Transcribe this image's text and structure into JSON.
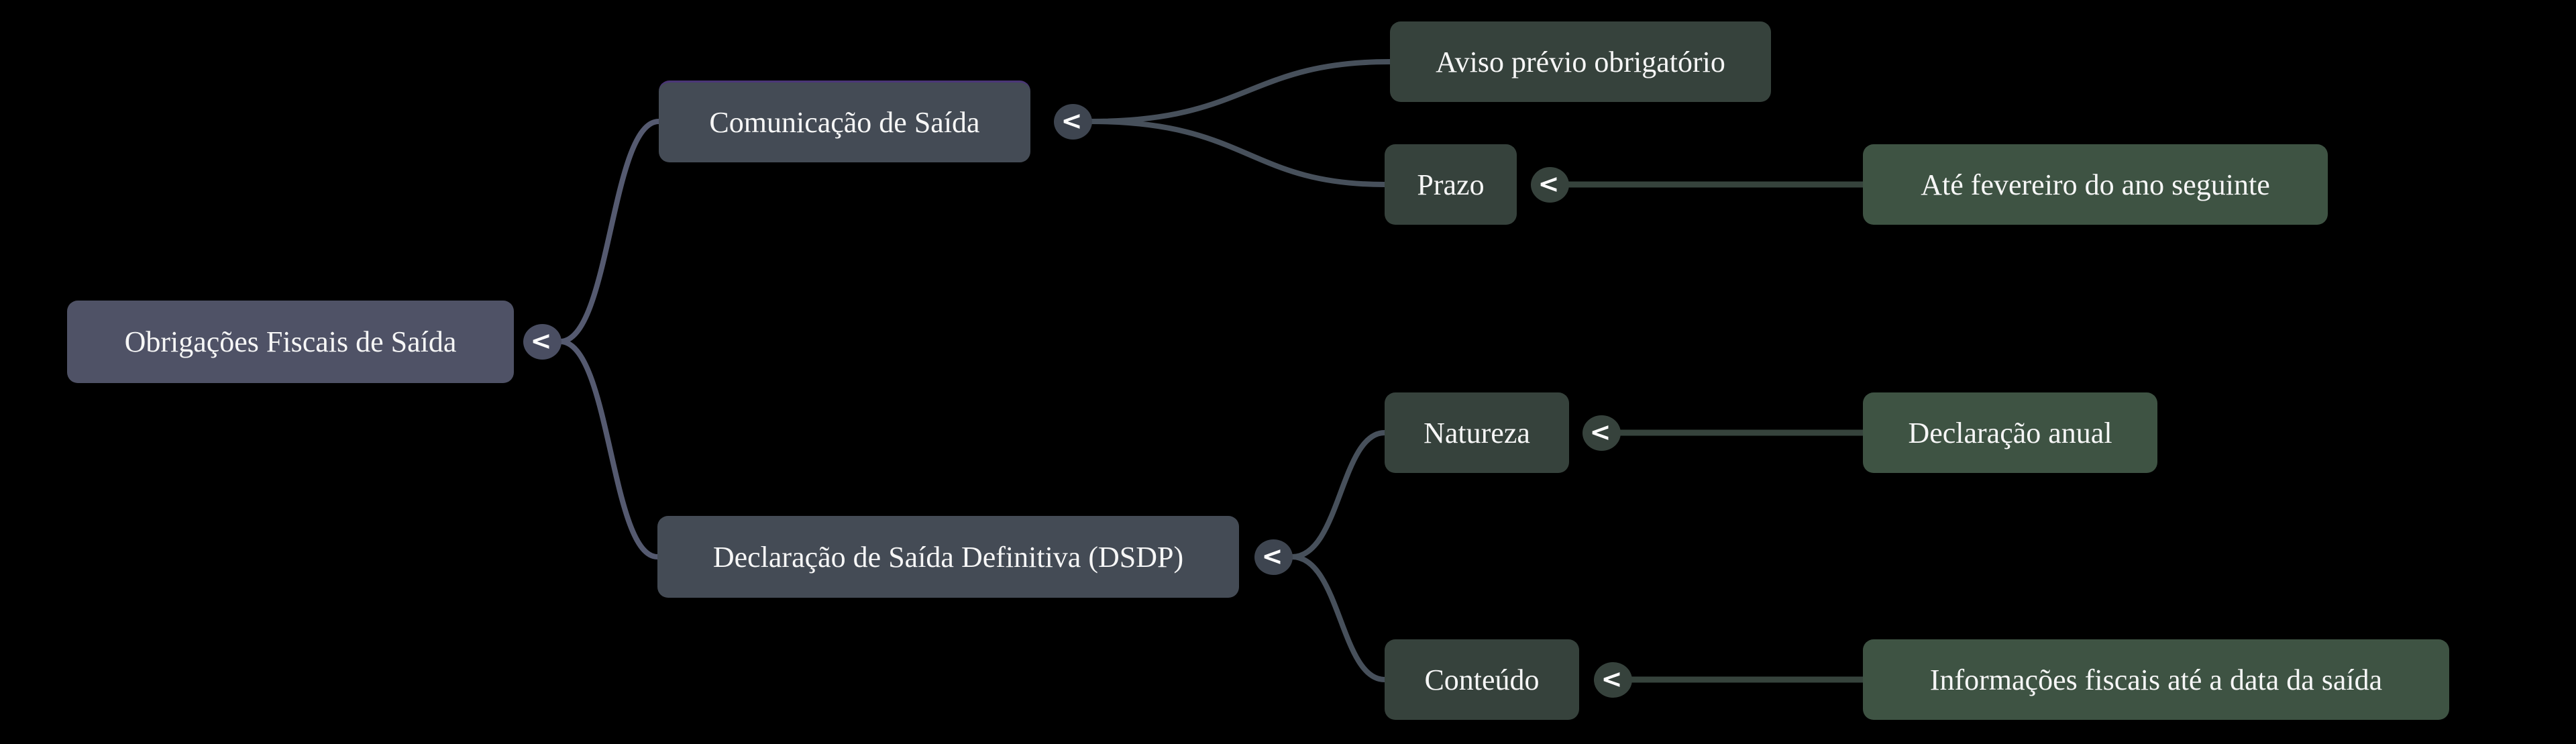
{
  "ui": {
    "collapse_glyph": "<"
  },
  "colors": {
    "canvas_bg": "#000000",
    "text": "#f6f6f6",
    "node_root": "#4f5266",
    "node_branch": "#444b55",
    "node_sub": "#36423c",
    "node_leaf": "#3e5343",
    "toggle_root": "#4a4e62",
    "toggle_branch": "#3e4550",
    "toggle_sub": "#36423c",
    "link_root": "#555a70",
    "link_branch": "#47505b",
    "link_sub": "#36433c",
    "highlight_top": "#4b3677"
  },
  "mindmap": {
    "type": "mindmap",
    "nodes": {
      "root": {
        "label": "Obrigações Fiscais de Saída"
      },
      "comunicacao": {
        "label": "Comunicação de Saída"
      },
      "aviso": {
        "label": "Aviso prévio obrigatório"
      },
      "prazo": {
        "label": "Prazo"
      },
      "ate_fevereiro": {
        "label": "Até fevereiro do ano seguinte"
      },
      "dsdp": {
        "label": "Declaração de Saída Definitiva (DSDP)"
      },
      "natureza": {
        "label": "Natureza"
      },
      "declaracao_anual": {
        "label": "Declaração anual"
      },
      "conteudo": {
        "label": "Conteúdo"
      },
      "informacoes": {
        "label": "Informações fiscais até a data da saída"
      }
    },
    "hierarchy": {
      "Obrigações Fiscais de Saída": {
        "Comunicação de Saída": {
          "Aviso prévio obrigatório": {},
          "Prazo": {
            "Até fevereiro do ano seguinte": {}
          }
        },
        "Declaração de Saída Definitiva (DSDP)": {
          "Natureza": {
            "Declaração anual": {}
          },
          "Conteúdo": {
            "Informações fiscais até a data da saída": {}
          }
        }
      }
    }
  }
}
